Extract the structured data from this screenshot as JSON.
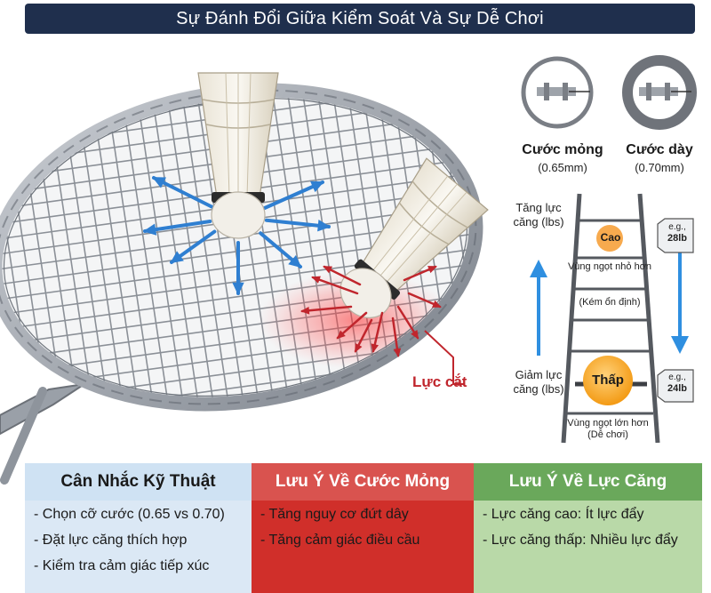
{
  "title": "Sự Đánh Đổi Giữa Kiểm Soát Và Sự Dễ Chơi",
  "labels": {
    "cut_force": "Lực cắt"
  },
  "gauges": {
    "thin": {
      "name": "Cước mỏng",
      "size": "(0.65mm)"
    },
    "thick": {
      "name": "Cước dày",
      "size": "(0.70mm)"
    }
  },
  "tension": {
    "increase": "Tăng lực căng (lbs)",
    "decrease": "Giảm lực căng (lbs)",
    "high_label": "Cao",
    "low_label": "Thấp",
    "high_zone": "Vùng ngọt nhỏ hơn",
    "high_note": "(Kém ổn định)",
    "low_zone": "Vùng ngọt lớn hơn (Dễ chơi)",
    "tag_prefix": "e.g.,",
    "high_value": "28lb",
    "low_value": "24lb"
  },
  "table": {
    "col1": {
      "header": "Cân Nhắc Kỹ Thuật",
      "items": [
        "- Chọn cỡ cước (0.65 vs 0.70)",
        "- Đặt lực căng thích hợp",
        "- Kiểm tra cảm giác tiếp xúc"
      ]
    },
    "col2": {
      "header": "Lưu Ý Về Cước Mỏng",
      "items": [
        "- Tăng nguy cơ đứt dây",
        "- Tăng cảm giác điều cầu"
      ]
    },
    "col3": {
      "header": "Lưu Ý Về Lực Căng",
      "items": [
        "- Lực căng cao: Ít lực đẩy",
        "- Lực căng thấp: Nhiều lực đẩy"
      ]
    }
  },
  "colors": {
    "title_bg": "#1f2f4d",
    "arrow_blue": "#2f7fd1",
    "cut_red": "#c0262d",
    "high_orange": "#f6a13b",
    "low_orange": "#f7a21b"
  }
}
